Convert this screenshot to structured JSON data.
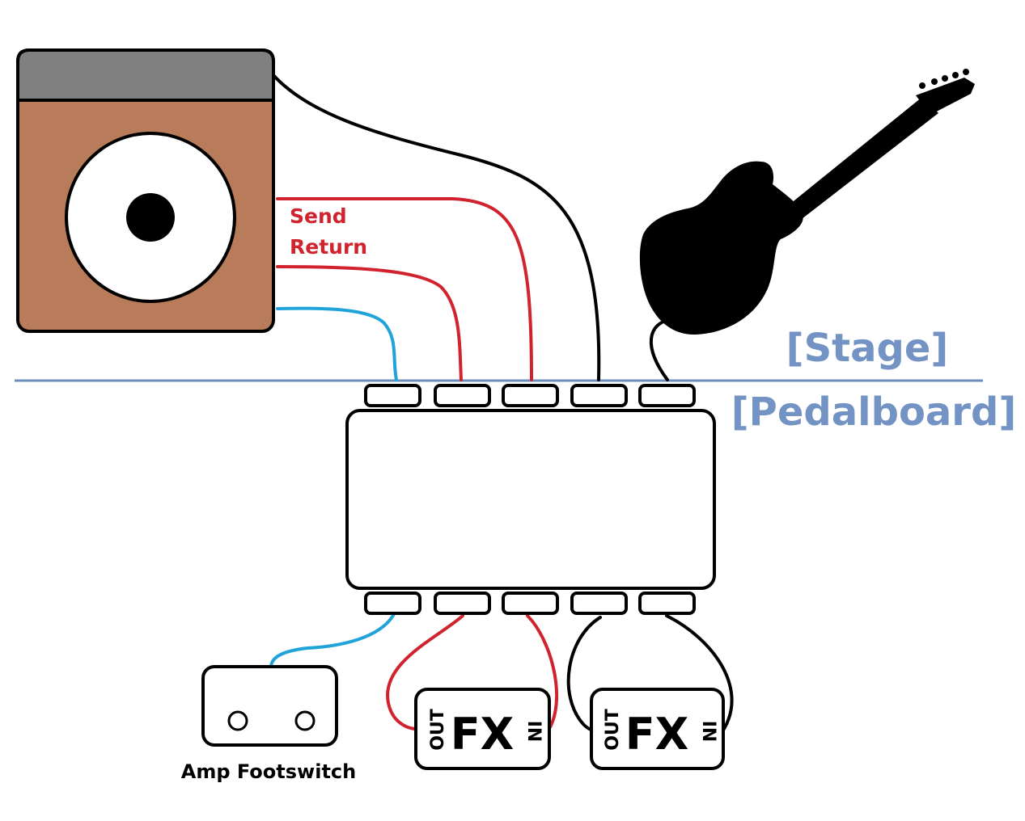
{
  "labels": {
    "send": "Send",
    "return": "Return",
    "stage": "[Stage]",
    "pedalboard": "[Pedalboard]",
    "amp_footswitch": "Amp Footswitch"
  },
  "pedals": [
    {
      "title": "FX",
      "out_label": "OUT",
      "in_label": "IN"
    },
    {
      "title": "FX",
      "out_label": "OUT",
      "in_label": "IN"
    }
  ],
  "colors": {
    "amp_body": "#b87c5a",
    "amp_top": "#808080",
    "send_return_cable": "#d0232e",
    "footswitch_cable": "#1fa3d8",
    "divider_line": "#6c8dbf",
    "area_label": "#7393c4",
    "send_return_label": "#d0232e"
  }
}
